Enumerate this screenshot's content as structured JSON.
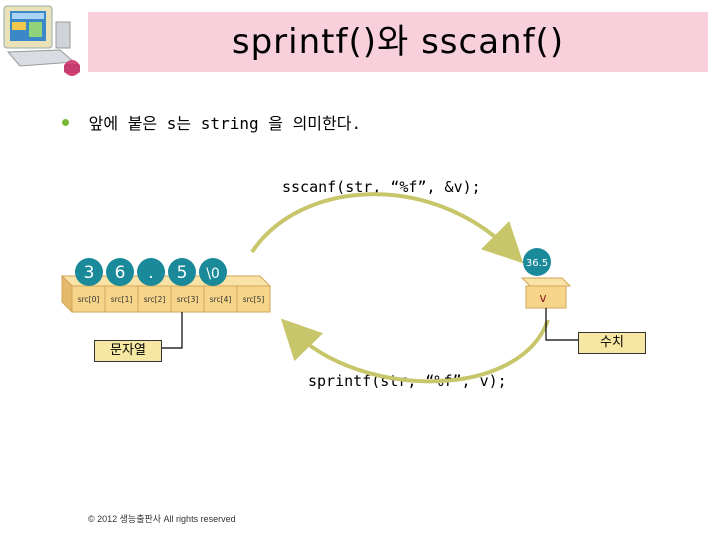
{
  "title": "sprintf()와 sscanf()",
  "bullet": {
    "prefix": "앞에 붙은",
    "s": "s는",
    "string": "string",
    "suffix": "을 의미한다."
  },
  "sscanf_call": "sscanf(str, “%f”, &v);",
  "sprintf_call": "sprintf(str, “%f”, v);",
  "string_chars": [
    "3",
    "6",
    ".",
    "5",
    "\\0"
  ],
  "string_indices": [
    "src[0]",
    "src[1]",
    "src[2]",
    "src[3]",
    "src[4]",
    "src[5]"
  ],
  "value_ball": "36.5",
  "value_var": "v",
  "label_string": "문자열",
  "label_number": "수치",
  "footer": "© 2012 생능출판사 All rights reserved",
  "colors": {
    "title_bg": "#f7d0dc",
    "ball": "#1a8a9a",
    "arrow": "#c8c66a",
    "cell": "#f6d58a",
    "bullet": "#79b837"
  }
}
